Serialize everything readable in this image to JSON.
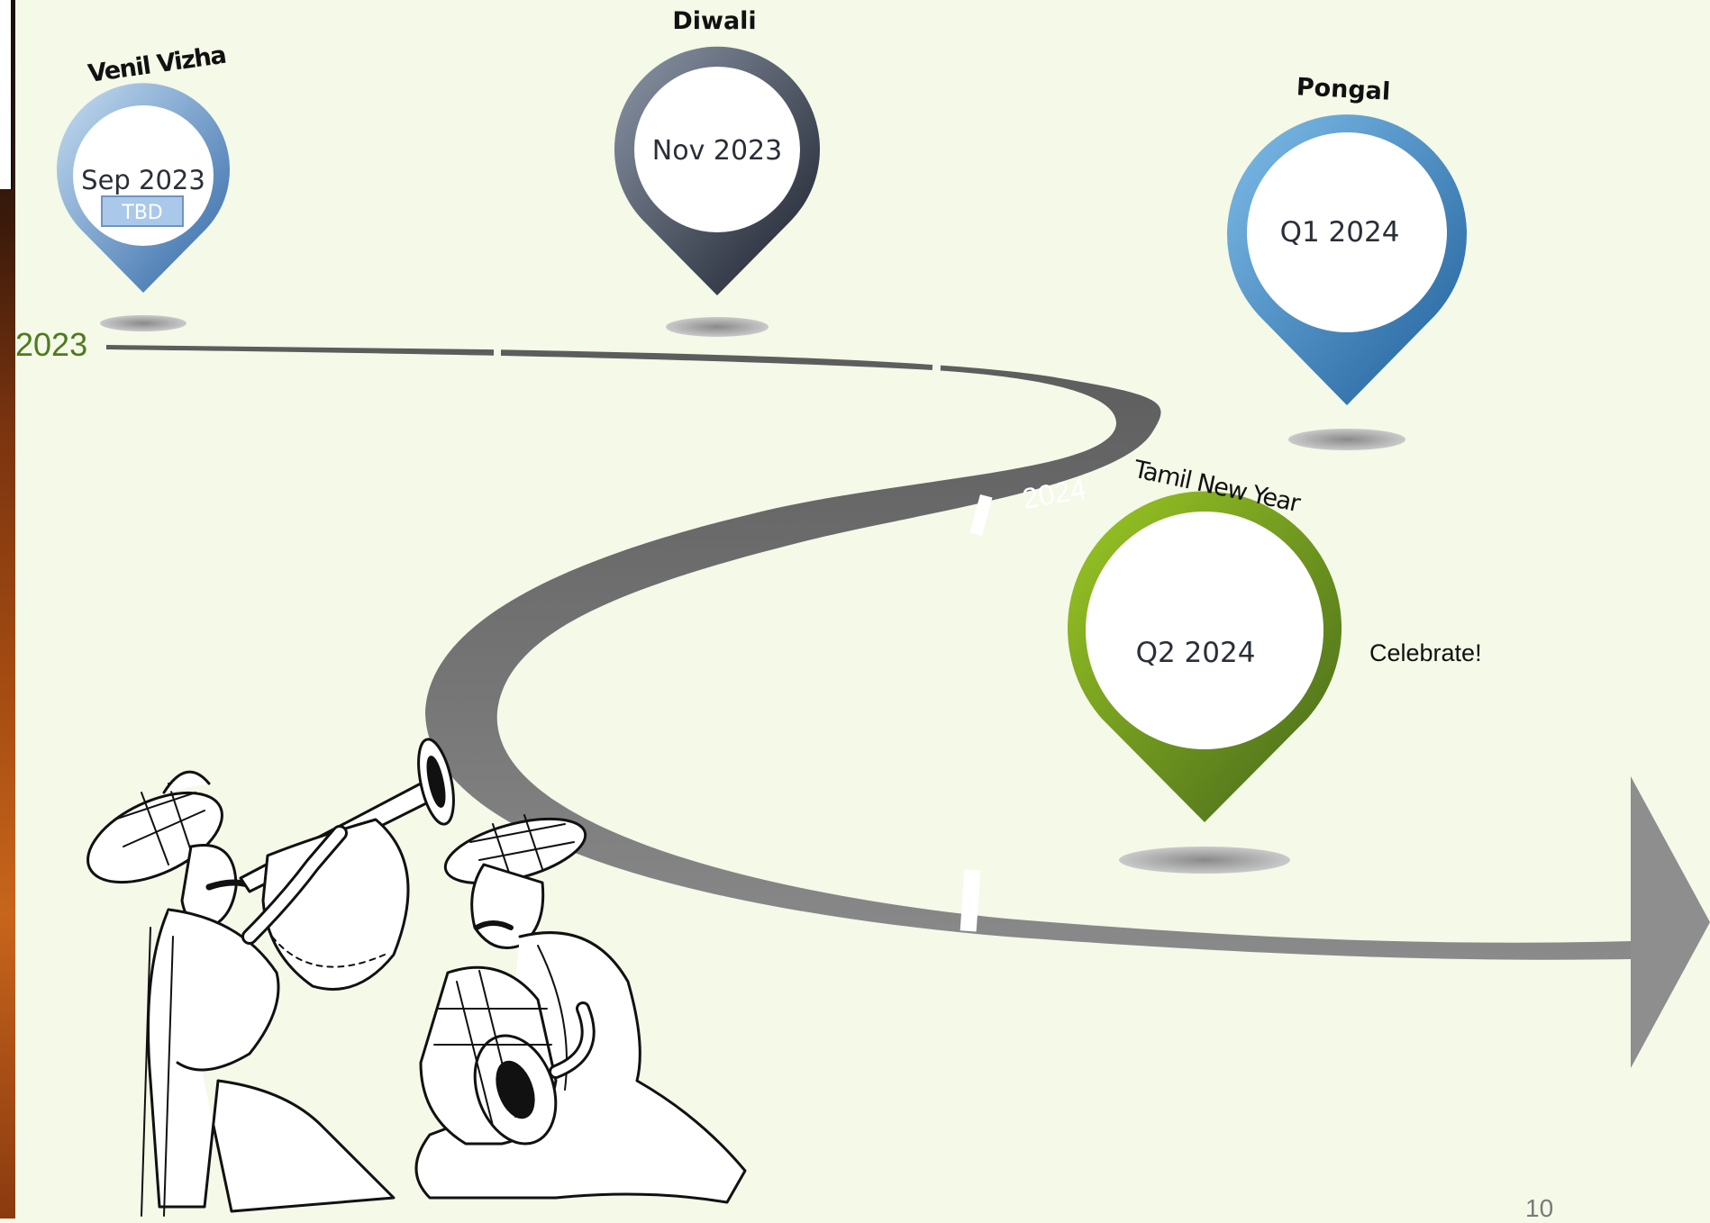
{
  "timeline": {
    "start_year": "2023",
    "mid_year": "2024"
  },
  "milestones": [
    {
      "title": "Venil Vizha",
      "date": "Sep 2023",
      "badge": "TBD"
    },
    {
      "title": "Diwali",
      "date": "Nov 2023"
    },
    {
      "title": "Pongal",
      "date": "Q1 2024"
    },
    {
      "title": "Tamil New Year",
      "date": "Q2 2024",
      "note": "Celebrate!"
    }
  ],
  "illustration": {
    "description_icon": "musicians-illustration-icon"
  },
  "page": {
    "number": "10"
  },
  "colors": {
    "background": "#f4f9e8",
    "road": "#7a7a7a",
    "venil_pin": "#3d6ea8",
    "diwali_pin": "#2a3140",
    "pongal_pin": "#2a6fae",
    "tamil_pin": "#5a8a1a",
    "year_label": "#4f7a1d"
  }
}
